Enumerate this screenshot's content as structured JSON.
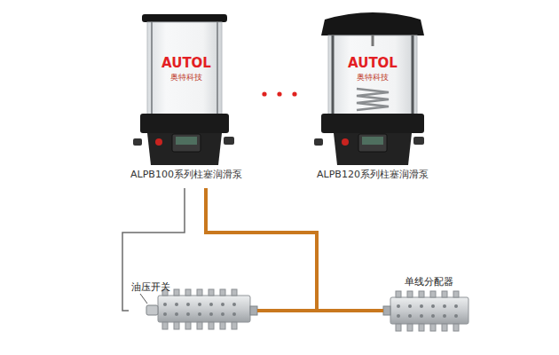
{
  "diagram": {
    "nodes": [
      {
        "text": [
          "AUTOL",
          "奥特科技",
          "ALPB100系列柱塞润滑泵"
        ]
      },
      {
        "text": [
          "AUTOL",
          "奥特科技",
          "ALPB120系列柱塞润滑泵"
        ]
      },
      {
        "text": [
          "油压开关"
        ]
      },
      {
        "text": [
          "单线分配器"
        ]
      }
    ],
    "edges": [
      {
        "from": 0,
        "to": 2,
        "arrow": "none"
      },
      {
        "from": 0,
        "to": 2,
        "arrow": "none"
      },
      {
        "from": 0,
        "to": 3,
        "arrow": "none"
      }
    ]
  }
}
